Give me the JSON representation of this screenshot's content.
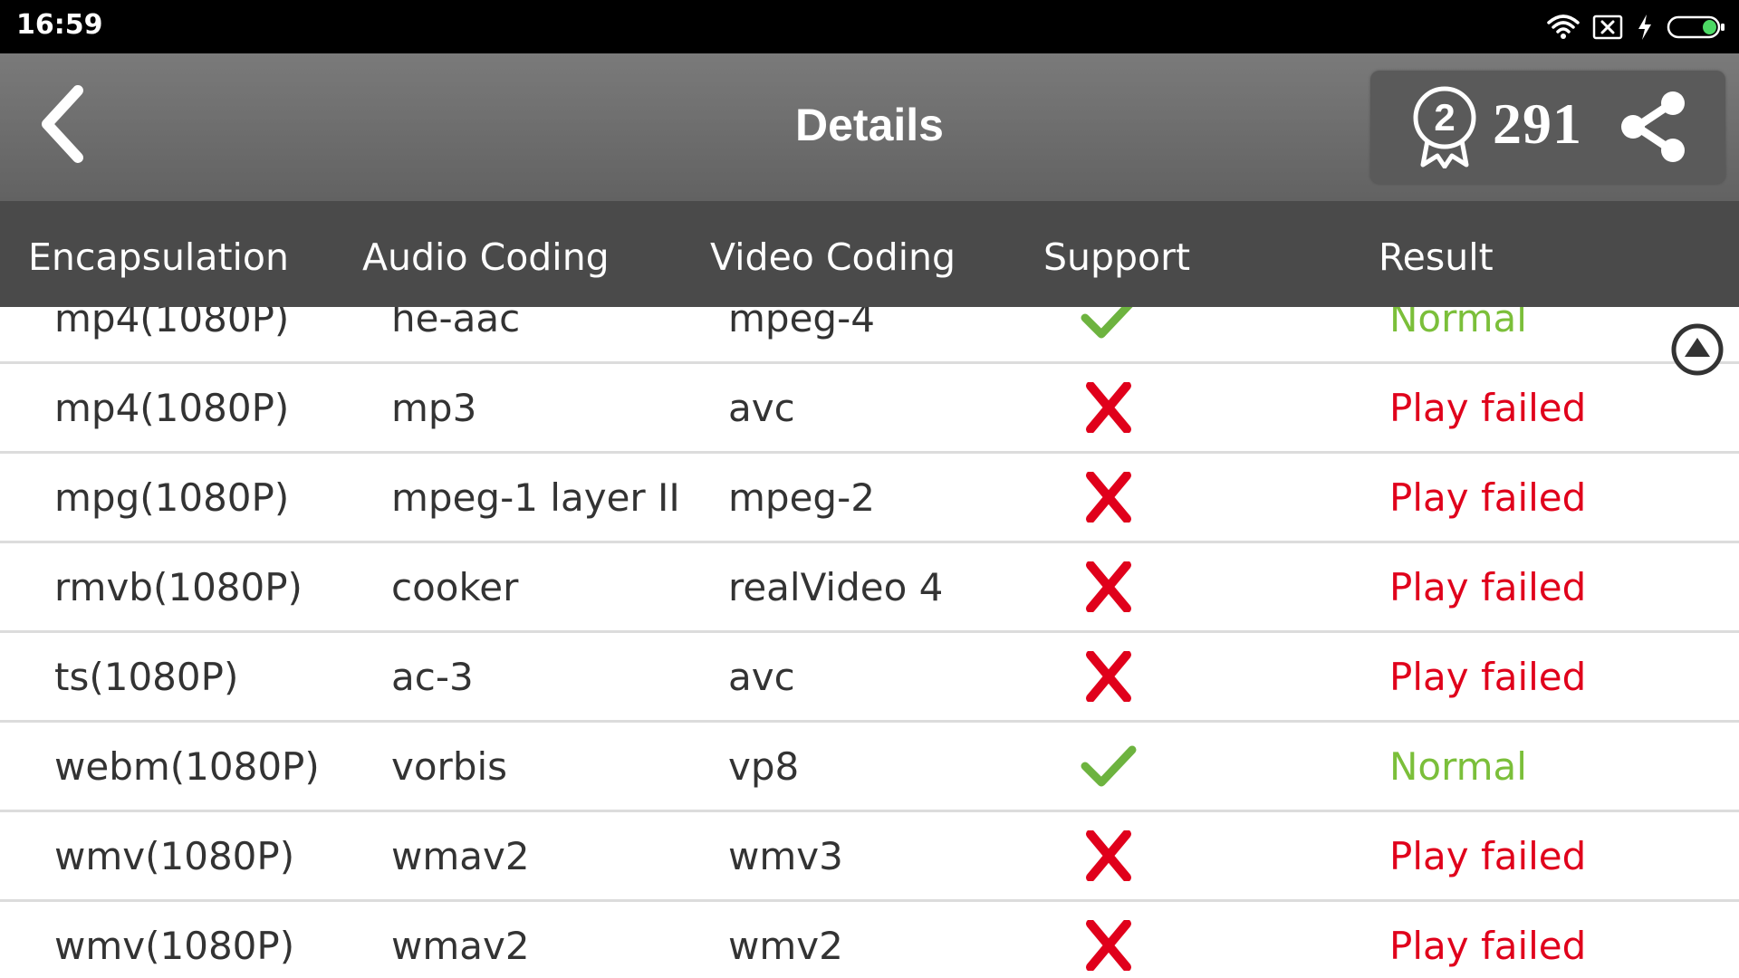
{
  "status_bar": {
    "time": "16:59",
    "icons": [
      "wifi-icon",
      "sim-off-icon",
      "charging-bolt-icon",
      "battery-icon"
    ],
    "battery_color": "#4cd964"
  },
  "app_bar": {
    "title": "Details",
    "back_icon": "chevron-left-icon",
    "badge_number": "2",
    "score": "291",
    "share_icon": "share-icon"
  },
  "table": {
    "columns": [
      "Encapsulation",
      "Audio Coding",
      "Video Coding",
      "Support",
      "Result"
    ],
    "rows": [
      {
        "encapsulation": "mp4(1080P)",
        "audio": "he-aac",
        "video": "mpeg-4",
        "support": "check",
        "result": "Normal"
      },
      {
        "encapsulation": "mp4(1080P)",
        "audio": "mp3",
        "video": "avc",
        "support": "cross",
        "result": "Play failed"
      },
      {
        "encapsulation": "mpg(1080P)",
        "audio": "mpeg-1 layer II",
        "video": "mpeg-2",
        "support": "cross",
        "result": "Play failed"
      },
      {
        "encapsulation": "rmvb(1080P)",
        "audio": "cooker",
        "video": "realVideo 4",
        "support": "cross",
        "result": "Play failed"
      },
      {
        "encapsulation": "ts(1080P)",
        "audio": "ac-3",
        "video": "avc",
        "support": "cross",
        "result": "Play failed"
      },
      {
        "encapsulation": "webm(1080P)",
        "audio": "vorbis",
        "video": "vp8",
        "support": "check",
        "result": "Normal"
      },
      {
        "encapsulation": "wmv(1080P)",
        "audio": "wmav2",
        "video": "wmv3",
        "support": "cross",
        "result": "Play failed"
      },
      {
        "encapsulation": "wmv(1080P)",
        "audio": "wmav2",
        "video": "wmv2",
        "support": "cross",
        "result": "Play failed"
      }
    ]
  },
  "colors": {
    "normal": "#7bbf3a",
    "failed": "#e0001b",
    "check": "#6db33f",
    "cross": "#e0001b"
  },
  "scroll_top_icon": "scroll-to-top-icon"
}
